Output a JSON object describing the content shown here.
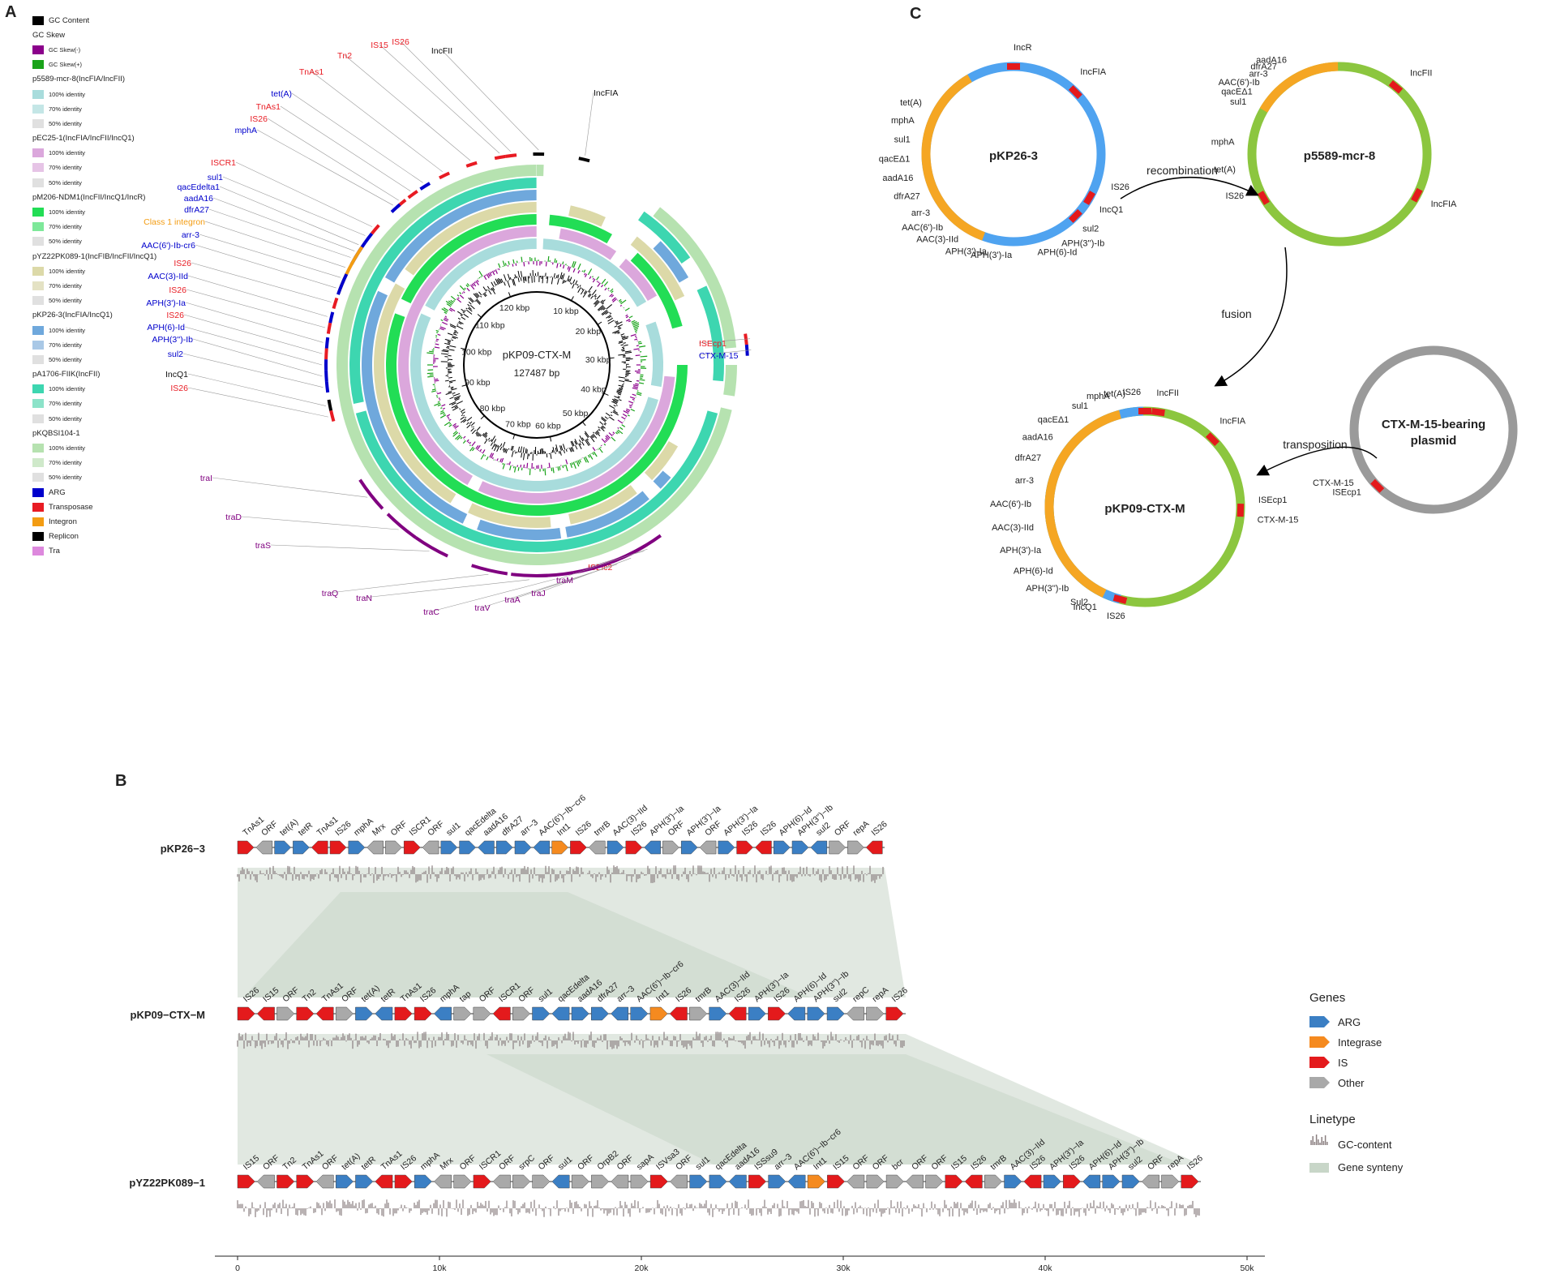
{
  "panels": {
    "a": "A",
    "b": "B",
    "c": "C"
  },
  "colors": {
    "gc_content": "#000000",
    "skew_neg": "#8b008b",
    "skew_pos": "#1aa31a",
    "p5589": "#a8dcdc",
    "pEC25": "#dba7dc",
    "pM206": "#22dd55",
    "pYZ22": "#dcd9a8",
    "pKP26": "#6fa8dc",
    "pA1706": "#3dd6b0",
    "pKQBSI": "#b6e2b0",
    "arg": "#0000cc",
    "transposase": "#e81b23",
    "integron": "#f39c12",
    "replicon": "#000000",
    "tra": "#800080",
    "b_arg": "#3b7fc4",
    "b_integrase": "#f58a1f",
    "b_is": "#e41a1c",
    "b_other": "#a9a9a9",
    "b_synteny": "#c8d6c8",
    "b_gc": "#8a7f80",
    "c_blue": "#4fa3f0",
    "c_green": "#8cc63f",
    "c_grey": "#9a9a9a",
    "c_orange": "#f5a623"
  },
  "legendA": [
    {
      "label": "GC Content",
      "color": "#000000",
      "size": "title"
    },
    {
      "label": "GC Skew",
      "color": null,
      "size": "title"
    },
    {
      "label": "GC Skew(-)",
      "color": "#8b008b",
      "size": "small"
    },
    {
      "label": "GC Skew(+)",
      "color": "#1aa31a",
      "size": "small"
    },
    {
      "label": "p5589-mcr-8(IncFIA/IncFII)",
      "color": null,
      "size": "title"
    },
    {
      "label": "100% identity",
      "color": "#a8dcdc",
      "size": "small"
    },
    {
      "label": "70% identity",
      "color": "#c4e6e6",
      "size": "small"
    },
    {
      "label": "50% identity",
      "color": "#e0e0e0",
      "size": "small"
    },
    {
      "label": "pEC25-1(IncFIA/IncFII/IncQ1)",
      "color": null,
      "size": "title"
    },
    {
      "label": "100% identity",
      "color": "#dba7dc",
      "size": "small"
    },
    {
      "label": "70% identity",
      "color": "#e6c4e6",
      "size": "small"
    },
    {
      "label": "50% identity",
      "color": "#e0e0e0",
      "size": "small"
    },
    {
      "label": "pM206-NDM1(IncFII/IncQ1/IncR)",
      "color": null,
      "size": "title"
    },
    {
      "label": "100% identity",
      "color": "#22dd55",
      "size": "small"
    },
    {
      "label": "70% identity",
      "color": "#7ee89a",
      "size": "small"
    },
    {
      "label": "50% identity",
      "color": "#e0e0e0",
      "size": "small"
    },
    {
      "label": "pYZ22PK089-1(IncFIB/IncFII/IncQ1)",
      "color": null,
      "size": "title"
    },
    {
      "label": "100% identity",
      "color": "#dcd9a8",
      "size": "small"
    },
    {
      "label": "70% identity",
      "color": "#e4e2c4",
      "size": "small"
    },
    {
      "label": "50% identity",
      "color": "#e0e0e0",
      "size": "small"
    },
    {
      "label": "pKP26-3(IncFIA/IncQ1)",
      "color": null,
      "size": "title"
    },
    {
      "label": "100% identity",
      "color": "#6fa8dc",
      "size": "small"
    },
    {
      "label": "70% identity",
      "color": "#a9c8e6",
      "size": "small"
    },
    {
      "label": "50% identity",
      "color": "#e0e0e0",
      "size": "small"
    },
    {
      "label": "pA1706-FIIK(IncFII)",
      "color": null,
      "size": "title"
    },
    {
      "label": "100% identity",
      "color": "#3dd6b0",
      "size": "small"
    },
    {
      "label": "70% identity",
      "color": "#8ce3c9",
      "size": "small"
    },
    {
      "label": "50% identity",
      "color": "#e0e0e0",
      "size": "small"
    },
    {
      "label": "pKQBSI104-1",
      "color": null,
      "size": "title"
    },
    {
      "label": "100% identity",
      "color": "#b6e2b0",
      "size": "small"
    },
    {
      "label": "70% identity",
      "color": "#cfe9ca",
      "size": "small"
    },
    {
      "label": "50% identity",
      "color": "#e0e0e0",
      "size": "small"
    },
    {
      "label": "ARG",
      "color": "#0000cc",
      "size": "title"
    },
    {
      "label": "Transposase",
      "color": "#e81b23",
      "size": "title"
    },
    {
      "label": "Integron",
      "color": "#f39c12",
      "size": "title"
    },
    {
      "label": "Replicon",
      "color": "#000000",
      "size": "title"
    },
    {
      "label": "Tra",
      "color": "#dd88dd",
      "size": "title"
    }
  ],
  "circle": {
    "name": "pKP09-CTX-M",
    "length": "127487 bp",
    "ticks": [
      "10 kbp",
      "20 kbp",
      "30 kbp",
      "40 kbp",
      "50 kbp",
      "60 kbp",
      "70 kbp",
      "80 kbp",
      "90 kbp",
      "100 kbp",
      "110 kbp",
      "120 kbp"
    ],
    "labels": [
      {
        "text": "IncFII",
        "type": "replicon"
      },
      {
        "text": "IncFIA",
        "type": "replicon"
      },
      {
        "text": "IS26",
        "type": "transposase"
      },
      {
        "text": "IS15",
        "type": "transposase"
      },
      {
        "text": "Tn2",
        "type": "transposase"
      },
      {
        "text": "TnAs1",
        "type": "transposase"
      },
      {
        "text": "tet(A)",
        "type": "arg"
      },
      {
        "text": "TnAs1",
        "type": "transposase"
      },
      {
        "text": "IS26",
        "type": "transposase"
      },
      {
        "text": "mphA",
        "type": "arg"
      },
      {
        "text": "ISCR1",
        "type": "transposase"
      },
      {
        "text": "sul1",
        "type": "arg"
      },
      {
        "text": "qacEdelta1",
        "type": "arg"
      },
      {
        "text": "aadA16",
        "type": "arg"
      },
      {
        "text": "dfrA27",
        "type": "arg"
      },
      {
        "text": "Class 1 integron",
        "type": "integron"
      },
      {
        "text": "arr-3",
        "type": "arg"
      },
      {
        "text": "AAC(6')-Ib-cr6",
        "type": "arg"
      },
      {
        "text": "IS26",
        "type": "transposase"
      },
      {
        "text": "AAC(3)-IId",
        "type": "arg"
      },
      {
        "text": "IS26",
        "type": "transposase"
      },
      {
        "text": "APH(3')-Ia",
        "type": "arg"
      },
      {
        "text": "IS26",
        "type": "transposase"
      },
      {
        "text": "APH(6)-Id",
        "type": "arg"
      },
      {
        "text": "APH(3'')-Ib",
        "type": "arg"
      },
      {
        "text": "sul2",
        "type": "arg"
      },
      {
        "text": "IncQ1",
        "type": "replicon"
      },
      {
        "text": "IS26",
        "type": "transposase"
      },
      {
        "text": "ISEcp1",
        "type": "transposase"
      },
      {
        "text": "CTX-M-15",
        "type": "arg"
      },
      {
        "text": "ISEic2",
        "type": "transposase"
      },
      {
        "text": "traI",
        "type": "tra"
      },
      {
        "text": "traD",
        "type": "tra"
      },
      {
        "text": "traS",
        "type": "tra"
      },
      {
        "text": "traQ",
        "type": "tra"
      },
      {
        "text": "traN",
        "type": "tra"
      },
      {
        "text": "traC",
        "type": "tra"
      },
      {
        "text": "traV",
        "type": "tra"
      },
      {
        "text": "traA",
        "type": "tra"
      },
      {
        "text": "traJ",
        "type": "tra"
      },
      {
        "text": "traM",
        "type": "tra"
      }
    ]
  },
  "panelB": {
    "tracks": [
      {
        "name": "pKP26−3",
        "genes": [
          "TnAs1",
          "ORF",
          "tet(A)",
          "tetR",
          "TnAs1",
          "IS26",
          "mphA",
          "Mrx",
          "ORF",
          "ISCR1",
          "ORF",
          "sul1",
          "qacEdelta",
          "aadA16",
          "dfrA27",
          "arr−3",
          "AAC(6')−Ib−cr6",
          "Int1",
          "IS26",
          "tmrB",
          "AAC(3)−IId",
          "IS26",
          "APH(3')−Ia",
          "ORF",
          "APH(3')−Ia",
          "ORF",
          "APH(3')−Ia",
          "IS26",
          "IS26",
          "APH(6)−Id",
          "APH(3'')−Ib",
          "sul2",
          "ORF",
          "repA",
          "IS26"
        ]
      },
      {
        "name": "pKP09−CTX−M",
        "genes": [
          "IS26",
          "IS15",
          "ORF",
          "Tn2",
          "TnAs1",
          "ORF",
          "tet(A)",
          "tetR",
          "TnAs1",
          "IS26",
          "mphA",
          "tap",
          "ORF",
          "ISCR1",
          "ORF",
          "sul1",
          "qacEdelta",
          "aadA16",
          "dfrA27",
          "arr−3",
          "AAC(6')−Ib−cr6",
          "Int1",
          "IS26",
          "tmrB",
          "AAC(3)−IId",
          "IS26",
          "APH(3')−Ia",
          "IS26",
          "APH(6)−Id",
          "APH(3'')−Ib",
          "sul2",
          "repC",
          "repA",
          "IS26"
        ]
      },
      {
        "name": "pYZ22PK089−1",
        "genes": [
          "IS15",
          "ORF",
          "Tn2",
          "TnAs1",
          "ORF",
          "tet(A)",
          "tetR",
          "TnAs1",
          "IS26",
          "mphA",
          "Mrx",
          "ORF",
          "ISCR1",
          "ORF",
          "srpC",
          "ORF",
          "sul1",
          "ORF",
          "OrpB2",
          "ORF",
          "sapA",
          "ISVsa3",
          "ORF",
          "sul1",
          "qacEdelta",
          "aadA16",
          "ISSsu9",
          "arr−3",
          "AAC(6')−Ib−cr6",
          "Int1",
          "IS15",
          "ORF",
          "ORF",
          "bcr",
          "ORF",
          "ORF",
          "IS15",
          "IS26",
          "tmrB",
          "AAC(3)−IId",
          "IS26",
          "APH(3')−Ia",
          "IS26",
          "APH(6)−Id",
          "APH(3'')−Ib",
          "sul2",
          "ORF",
          "repA",
          "IS26"
        ]
      }
    ],
    "axis": [
      "0",
      "10k",
      "20k",
      "30k",
      "40k",
      "50k"
    ],
    "legend": {
      "genes_title": "Genes",
      "genes": [
        {
          "label": "ARG",
          "color": "#3b7fc4"
        },
        {
          "label": "Integrase",
          "color": "#f58a1f"
        },
        {
          "label": "IS",
          "color": "#e41a1c"
        },
        {
          "label": "Other",
          "color": "#a9a9a9"
        }
      ],
      "linetype_title": "Linetype",
      "lines": [
        {
          "label": "GC-content"
        },
        {
          "label": "Gene synteny"
        }
      ]
    }
  },
  "panelC": {
    "pkp26": {
      "name": "pKP26-3",
      "labels": [
        "IncR",
        "IncFIA",
        "tet(A)",
        "mphA",
        "sul1",
        "qacEΔ1",
        "aadA16",
        "dfrA27",
        "arr-3",
        "AAC(6')-Ib",
        "AAC(3)-IId",
        "APH(3')-Ia",
        "APH(3')-Ia",
        "APH(6)-Id",
        "APH(3'')-Ib",
        "sul2",
        "IncQ1",
        "IS26"
      ]
    },
    "p5589": {
      "name": "p5589-mcr-8",
      "labels": [
        "aadA16",
        "dfrA27",
        "arr-3",
        "AAC(6')-Ib",
        "qacEΔ1",
        "sul1",
        "IncFII",
        "mphA",
        "tet(A)",
        "IS26",
        "IncFIA"
      ]
    },
    "pkp09": {
      "name": "pKP09-CTX-M",
      "labels": [
        "tet(A)",
        "IS26",
        "IncFII",
        "IncFIA",
        "mphA",
        "sul1",
        "qacEΔ1",
        "aadA16",
        "dfrA27",
        "arr-3",
        "AAC(6')-Ib",
        "AAC(3)-IId",
        "APH(3')-Ia",
        "APH(6)-Id",
        "APH(3'')-Ib",
        "Sul2",
        "IncQ1",
        "IS26",
        "ISEcp1",
        "CTX-M-15"
      ]
    },
    "ctx": {
      "name_line1": "CTX-M-15-bearing",
      "name_line2": "plasmid",
      "labels": [
        "ISEcp1",
        "CTX-M-15"
      ]
    },
    "arrows": {
      "recombination": "recombination",
      "fusion": "fusion",
      "transposition": "transposition"
    }
  }
}
